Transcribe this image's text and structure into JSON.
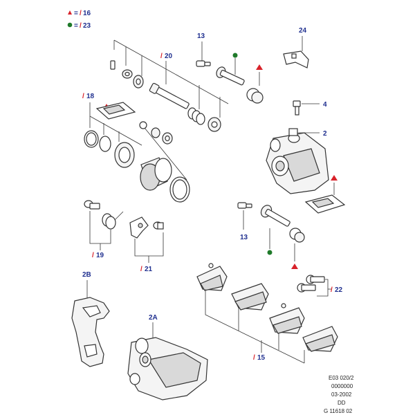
{
  "legend": {
    "triangle_text": "=",
    "triangle_num": "16",
    "circle_text": "=",
    "circle_num": "23",
    "triangle_color": "#d8222a",
    "circle_color": "#1f7a2a"
  },
  "labels": {
    "l13_top": "13",
    "l24": "24",
    "l20": "20",
    "l18": "18",
    "l4": "4",
    "l2": "2",
    "l19": "19",
    "l13_mid": "13",
    "l21": "21",
    "l2b": "2B",
    "l22": "22",
    "l2a": "2A",
    "l15": "15"
  },
  "reference": {
    "line1": "E03 020/2",
    "line2": "0000000",
    "line3": "03-2002",
    "line4": "DD",
    "line5": "G 11618 02"
  },
  "colors": {
    "label_blue": "#1f2f8f",
    "marker_red": "#d8222a",
    "marker_green": "#1f7a2a"
  }
}
